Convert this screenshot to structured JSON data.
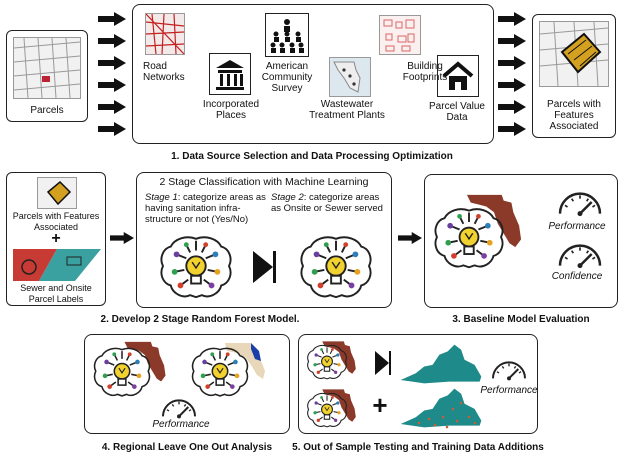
{
  "row1": {
    "parcels_label": "Parcels",
    "sources": {
      "road": "Road Networks",
      "places": "Incorporated Places",
      "acs": "American Community Survey",
      "wwtp": "Wastewater Treatment Plants",
      "footprints": "Building Footprints",
      "parcel_value": "Parcel Value Data"
    },
    "output_label": "Parcels with Features Associated",
    "caption": "1. Data Source Selection and Data Processing Optimization"
  },
  "row2": {
    "input_label_1": "Parcels with Features Associated",
    "plus": "+",
    "input_label_2": "Sewer and Onsite Parcel Labels",
    "model_title": "2 Stage Classification with Machine Learning",
    "stage1_name": "Stage 1",
    "stage1_text": ": categorize areas as having sanitation infra-structure or not (Yes/No)",
    "stage2_name": "Stage 2",
    "stage2_text": ": categorize areas as Onsite or Sewer served",
    "caption_model": "2.  Develop 2 Stage Random Forest Model.",
    "eval_performance": "Performance",
    "eval_confidence": "Confidence",
    "caption_eval": "3. Baseline Model Evaluation"
  },
  "row3": {
    "loo_performance": "Performance",
    "caption_loo": "4. Regional Leave One Out Analysis",
    "oos_plus": "+",
    "oos_performance": "Performance",
    "caption_oos": "5. Out of Sample Testing and Training Data Additions"
  },
  "colors": {
    "florida": "#8B3A2A",
    "virginia": "#1F8A8A",
    "bulb": "#F2D22E",
    "map_bg": "#F4E9E9",
    "red_lines": "#C42020"
  },
  "icon_names": [
    "building-icon",
    "people-icon",
    "house-icon",
    "brain-bulb-icon",
    "gauge-icon",
    "arrow-icon",
    "play-triangle-icon"
  ]
}
